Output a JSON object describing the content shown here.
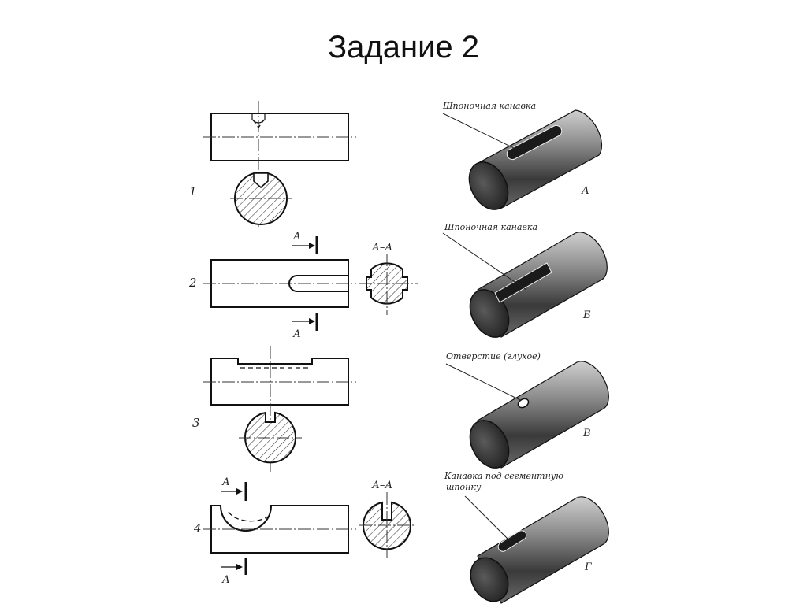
{
  "slide": {
    "title": "Задание 2"
  },
  "left_drawings": [
    {
      "number": "1"
    },
    {
      "number": "2",
      "cut_mark_top": "А",
      "cut_mark_bottom": "А",
      "section_label": "А–А"
    },
    {
      "number": "3"
    },
    {
      "number": "4",
      "cut_mark_top": "А",
      "cut_mark_bottom": "А",
      "section_label": "А–А"
    }
  ],
  "right_views": [
    {
      "callout": "Шпоночная канавка",
      "variant": "А"
    },
    {
      "callout": "Шпоночная канавка",
      "variant": "Б"
    },
    {
      "callout": "Отверстие (глухое)",
      "variant": "В"
    },
    {
      "callout_line1": "Канавка под сегментную",
      "callout_line2": "шпонку",
      "variant": "Г"
    }
  ],
  "colors": {
    "ink": "#111111",
    "shaft_dark": "#3a3a3a",
    "shaft_light": "#d9d9d9"
  }
}
